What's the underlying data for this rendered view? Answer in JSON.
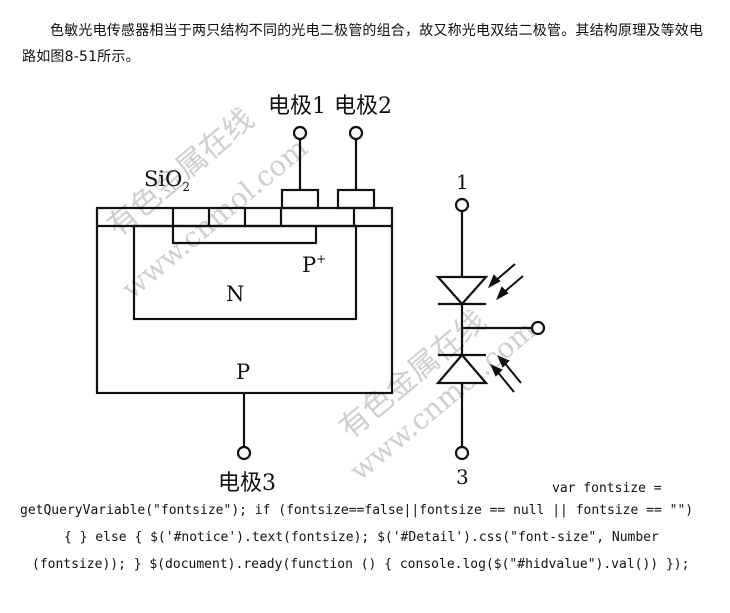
{
  "article": {
    "intro": "色敏光电传感器相当于两只结构不同的光电二极管的组合，故又称光电双结二极管。其结构原理及等效电路如图8-51所示。"
  },
  "figure": {
    "electrode1": "电极1",
    "electrode2": "电极2",
    "electrode3": "电极3",
    "sio2_main": "SiO",
    "sio2_sub": "2",
    "p_plus_main": "P",
    "p_plus_sup": "+",
    "n_region": "N",
    "p_region": "P",
    "terminal_1": "1",
    "terminal_3": "3",
    "watermark_cn": "有色金属在线",
    "watermark_url": "www.cnmol.com"
  },
  "code": {
    "line1": "var fontsize =",
    "line2": "getQueryVariable(\"fontsize\"); if (fontsize==false||fontsize == null || fontsize == \"\")",
    "line3": "{ } else { $('#notice').text(fontsize); $('#Detail').css(\"font-size\", Number",
    "line4": "(fontsize)); } $(document).ready(function () { console.log($(\"#hidvalue\").val()) });"
  }
}
